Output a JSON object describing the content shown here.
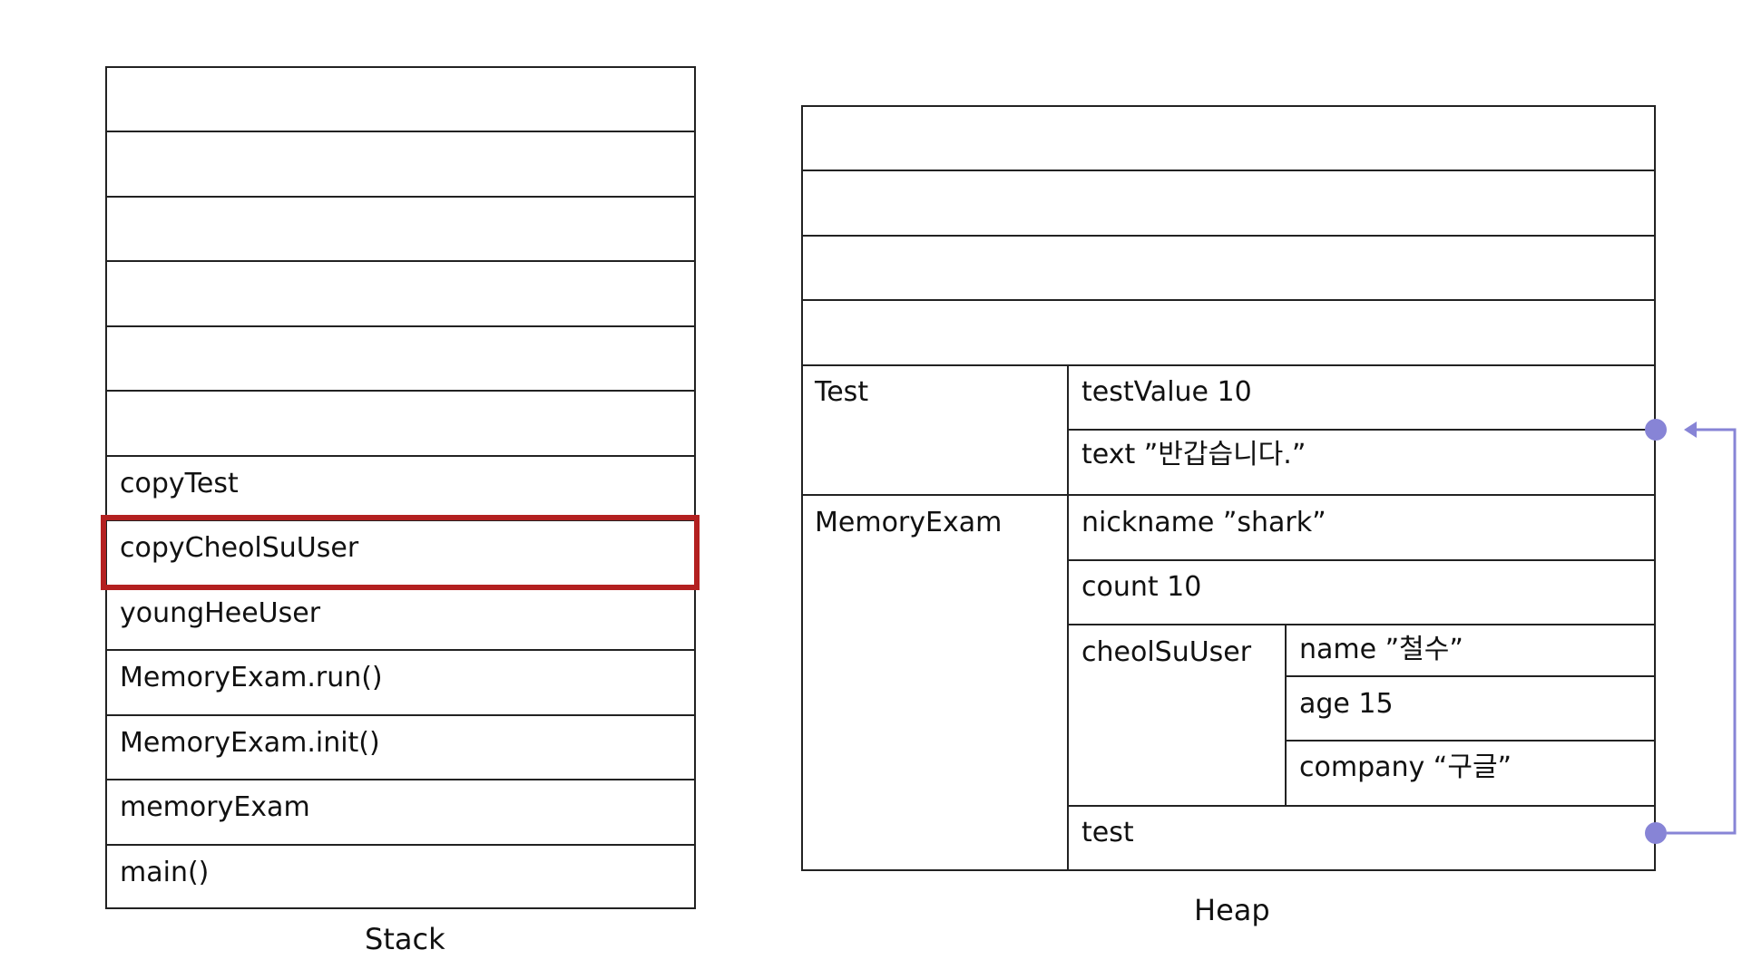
{
  "stack": {
    "rows": [
      "",
      "",
      "",
      "",
      "",
      "",
      "copyTest",
      "copyCheolSuUser",
      "youngHeeUser",
      "MemoryExam.run()",
      "MemoryExam.init()",
      "memoryExam",
      "main()"
    ],
    "caption": "Stack",
    "highlighted": "copyCheolSuUser"
  },
  "heap": {
    "caption": "Heap",
    "test": {
      "name": "Test",
      "fields": [
        "testValue 10",
        "text ”반갑습니다.”"
      ]
    },
    "memory_exam": {
      "name": "MemoryExam",
      "fields": {
        "nickname": "nickname ”shark”",
        "count": "count 10",
        "cheolsu_user": "cheolSuUser",
        "cheolsu_fields": [
          "name ”철수”",
          "age 15",
          "company “구글”"
        ],
        "test": "test"
      }
    }
  },
  "colors": {
    "highlight": "#b32020",
    "reference": "#8784d6",
    "line": "#222222"
  },
  "icons": {
    "reference_dot": "circle",
    "reference_arrow": "arrow-left"
  }
}
